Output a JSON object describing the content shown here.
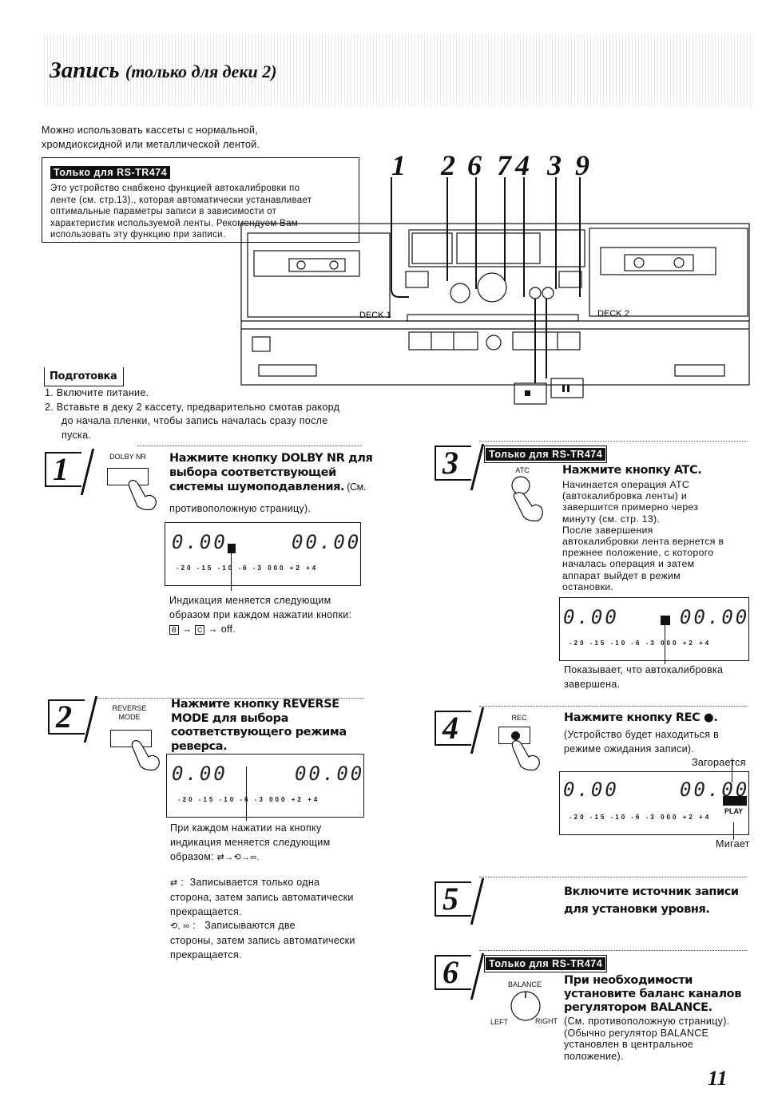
{
  "title": {
    "main": "Запись",
    "sub": "(только для деки 2)"
  },
  "intro": [
    "Можно использовать кассеты с нормальной,",
    "хромдиоксидной или металлической лентой."
  ],
  "rs_tag": "Только для RS-TR474",
  "rs_note": [
    "Это устройство снабжено функцией автокалибровки по",
    "ленте (см. стр.13)., которая автоматически устанавливает",
    "оптимальные параметры записи в зависимости от",
    "характеристик используемой ленты. Рекомендуем Вам",
    "использовать эту функцию при записи."
  ],
  "callout_numbers": [
    "1",
    "2",
    "6",
    "7",
    "4",
    "3",
    "9"
  ],
  "deck": {
    "deck1": "DECK 1",
    "deck2": "DECK 2"
  },
  "prep": {
    "heading": "Подготовка",
    "items": [
      "1.  Включите питание.",
      "2.  Вставьте в деку 2 кассету, предварительно смотав ракорд",
      "до начала пленки, чтобы запись началась сразу после",
      "пуска."
    ]
  },
  "display": {
    "left": "0.00",
    "right": "00.00",
    "scale": [
      "-20",
      "-15",
      "-10",
      "-6",
      "-3",
      "000",
      "+2",
      "+4"
    ]
  },
  "step1": {
    "num": "1",
    "btn": "DOLBY NR",
    "heading": [
      "Нажмите кнопку DOLBY NR для",
      "выбора соответствующей",
      "системы шумоподавления."
    ],
    "ref": " (См.",
    "ref2": "противоположную страницу).",
    "after": [
      "Индикация меняется следующим",
      "образом при каждом нажатии кнопки:"
    ],
    "seq": "→ off."
  },
  "step2": {
    "num": "2",
    "btn": [
      "REVERSE",
      "MODE"
    ],
    "heading": [
      "Нажмите кнопку REVERSE",
      "MODE для выбора",
      "соответствующего режима",
      "реверса."
    ],
    "after": [
      "При каждом нажатии на кнопку",
      "индикация меняется следующим",
      "образом:"
    ],
    "note1": [
      "Записывается только одна",
      "сторона, затем запись автоматически",
      "прекращается."
    ],
    "note2": [
      "Записываются две",
      "стороны, затем запись автоматически",
      "прекращается."
    ]
  },
  "step3": {
    "num": "3",
    "tag": "Только для RS-TR474",
    "btn": "ATC",
    "heading": "Нажмите кнопку ATC.",
    "body": [
      "Начинается операция ATC",
      "(автокалибровка ленты) и",
      "завершится примерно через",
      "минуту (см. стр. 13).",
      "После завершения",
      "автокалибровки лента вернется в",
      "прежнее положение, с которого",
      "началась операция и затем",
      "аппарат выйдет в режим",
      "остановки."
    ],
    "after": [
      "Показывает, что автокалибровка",
      "завершена."
    ]
  },
  "step4": {
    "num": "4",
    "btn": "REC",
    "heading": "Нажмите кнопку REC ●.",
    "body": [
      "(Устройство будет находиться в",
      "режиме ожидания записи)."
    ],
    "lit": "Загорается",
    "blink": "Мигает",
    "play": "PLAY"
  },
  "step5": {
    "num": "5",
    "heading": [
      "Включите источник записи",
      "для установки уровня."
    ]
  },
  "step6": {
    "num": "6",
    "tag": "Только для RS-TR474",
    "btn": "BALANCE",
    "left": "LEFT",
    "right": "RIGHT",
    "heading": [
      "При необходимости",
      "установите баланс каналов",
      "регулятором BALANCE."
    ],
    "body": [
      "(См. противоположную страницу).",
      "(Обычно регулятор BALANCE",
      "установлен в центральное",
      "положение)."
    ]
  },
  "page_number": "11"
}
